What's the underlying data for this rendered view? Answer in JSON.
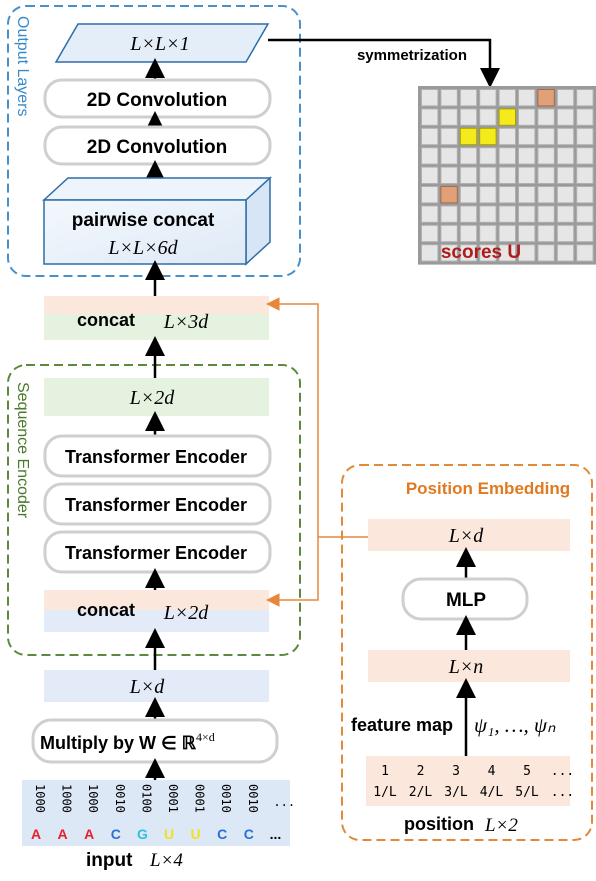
{
  "output_layers": {
    "title": "Output Layers",
    "top_shape": "L×L×1",
    "conv1": "2D Convolution",
    "conv2": "2D Convolution",
    "pairwise_label": "pairwise concat",
    "pairwise_shape": "L×L×6d"
  },
  "symmetrization_label": "symmetrization",
  "scores_label": "scores U",
  "concat_top": {
    "label": "concat",
    "shape": "L×3d"
  },
  "sequence_encoder": {
    "title": "Sequence Encoder",
    "output_shape": "L×2d",
    "transformers": [
      "Transformer Encoder",
      "Transformer Encoder",
      "Transformer Encoder"
    ],
    "concat_label": "concat",
    "concat_shape": "L×2d"
  },
  "embed_shape": "L×d",
  "multiply_label": "Multiply by W ∈ ℝ",
  "multiply_sup": "4×d",
  "input": {
    "onehot": [
      "1000",
      "1000",
      "1000",
      "0010",
      "0100",
      "0001",
      "0001",
      "0010",
      "0010",
      "..."
    ],
    "bases": [
      "A",
      "A",
      "A",
      "C",
      "G",
      "U",
      "U",
      "C",
      "C",
      "..."
    ],
    "label": "input",
    "shape": "L×4"
  },
  "base_colors": {
    "A": "#e8202a",
    "C": "#2a6fd6",
    "G": "#2ec0e0",
    "U": "#f2e11a"
  },
  "position_embedding": {
    "title": "Position Embedding",
    "out_shape": "L×d",
    "mlp": "MLP",
    "n_shape": "L×n",
    "feature_map_label": "feature map",
    "feature_map_math": "ψ₁, …, ψₙ",
    "positions": [
      "1",
      "2",
      "3",
      "4",
      "5",
      "..."
    ],
    "fractions": [
      "1/L",
      "2/L",
      "3/L",
      "4/L",
      "5/L",
      "..."
    ],
    "position_label": "position",
    "position_shape": "L×2"
  },
  "colors": {
    "blue_dash": "#4a90c8",
    "green_dash": "#5a8a3a",
    "orange_dash": "#e08a3a",
    "title_blue": "#3a8ac8",
    "title_green": "#4a7a2a",
    "title_orange": "#e07a20",
    "scores_red": "#b01c1c",
    "peach": "#fbe7dc",
    "mint": "#e6f2e0",
    "lavender": "#e3ebf8",
    "input_bg": "#dce8f6",
    "orange_arrow": "#e8873a"
  },
  "score_matrix": {
    "size": 9,
    "yellow_cells": [
      [
        1,
        4
      ],
      [
        2,
        3
      ],
      [
        2,
        2
      ]
    ],
    "peach_cells": [
      [
        5,
        1
      ],
      [
        0,
        6
      ]
    ]
  }
}
